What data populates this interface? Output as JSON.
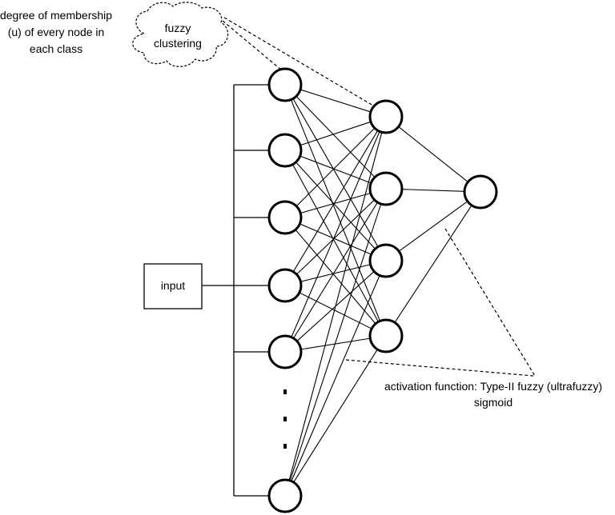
{
  "annotations": {
    "membership": [
      "degree of membership",
      "(u) of every node in",
      "each class"
    ],
    "cloud": [
      "fuzzy",
      "clustering"
    ],
    "activation": [
      "activation function: Type-II fuzzy (ultrafuzzy)",
      "sigmoid"
    ]
  },
  "input_box": {
    "label": "input"
  },
  "network": {
    "layers": [
      {
        "name": "input-layer",
        "visible_nodes": 6,
        "ellipsis_dots": 3
      },
      {
        "name": "hidden-layer",
        "visible_nodes": 4
      },
      {
        "name": "output-layer",
        "visible_nodes": 1
      }
    ],
    "full_connections": true
  },
  "colors": {
    "line": "#000000",
    "background": "#ffffff"
  }
}
